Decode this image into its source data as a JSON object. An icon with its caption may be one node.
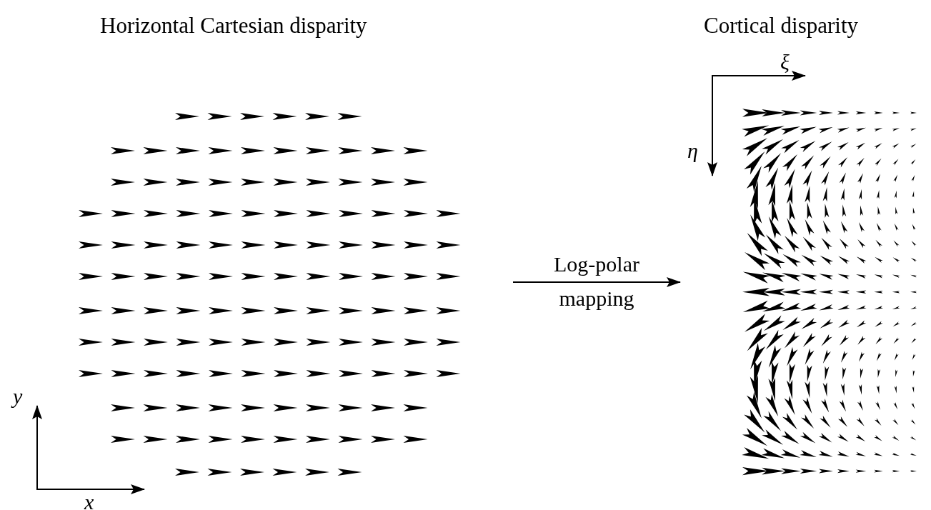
{
  "diagram": {
    "nodes": [
      {
        "text": [
          "Horizontal Cartesian disparity"
        ]
      },
      {
        "text": [
          "Cortical disparity"
        ]
      }
    ],
    "edges": [
      {
        "from": 0,
        "to": 1,
        "arrow": "to",
        "label": "Log-polar mapping"
      }
    ],
    "labels": [
      "y",
      "x",
      "ξ",
      "η"
    ]
  }
}
